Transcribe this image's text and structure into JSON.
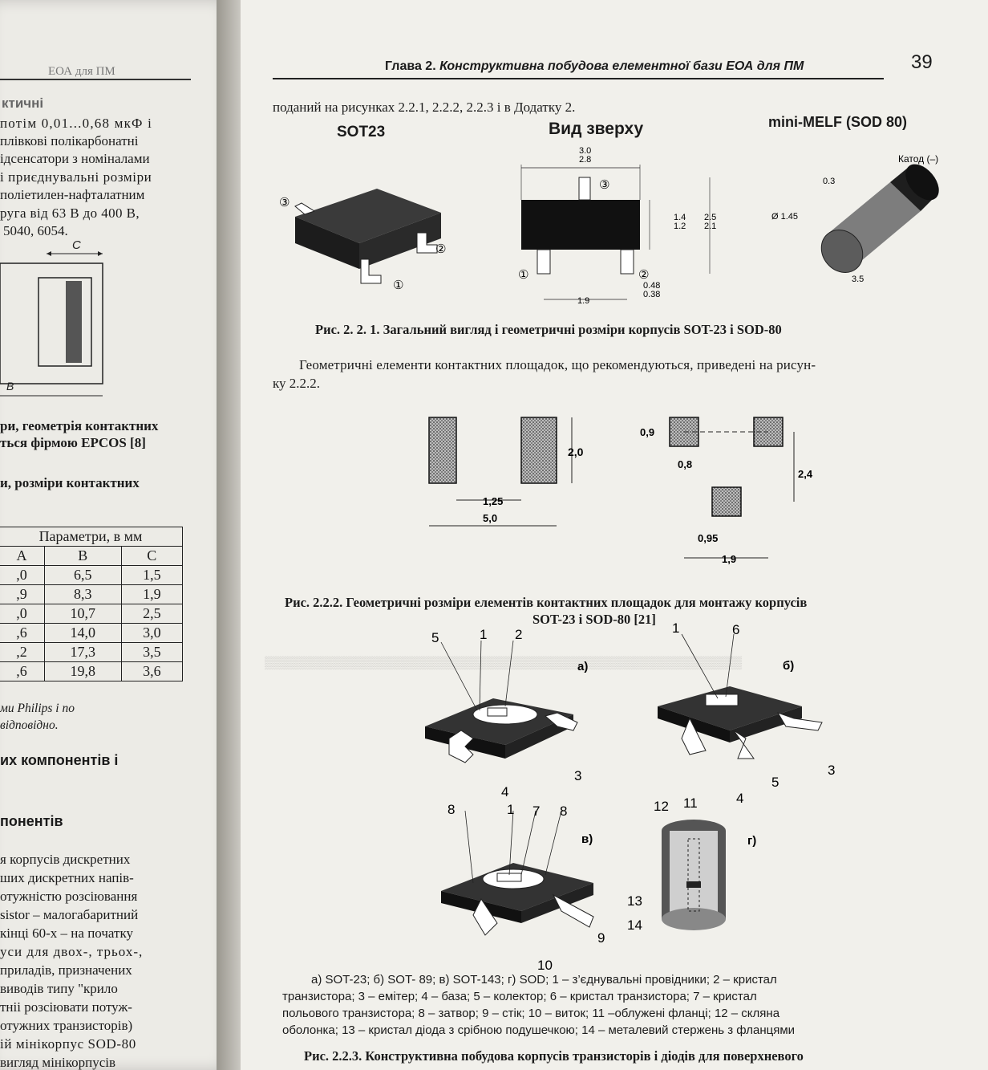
{
  "header": {
    "chapter_prefix": "Глава 2.",
    "chapter_title": "Конструктивна побудова елементної бази ЕОА для ПМ",
    "page_number": "39"
  },
  "right": {
    "intro_line": "поданий на рисунках 2.2.1, 2.2.2, 2.2.3 і в Додатку 2.",
    "fig1": {
      "label_sot23": "SOT23",
      "label_top_view": "Вид зверху",
      "label_minimelf": "mini-MELF (SOD 80)",
      "cathode": "Катод (–)",
      "dims": {
        "w_top": "3.0",
        "w_bottom": "2.8",
        "h1_top": "1.4",
        "h1_bottom": "1.2",
        "h2_top": "2.5",
        "h2_bottom": "2.1",
        "pitch": "1.9",
        "lead_top": "0.48",
        "lead_bottom": "0.38",
        "melf_cap": "0.3",
        "melf_dia": "Ø 1.45",
        "melf_len": "3.5"
      },
      "pins": [
        "①",
        "②",
        "③"
      ],
      "caption": "Рис. 2. 2. 1. Загальний вигляд і геометричні розміри корпусів SOT-23 і SOD-80"
    },
    "para2_line1": "Геометричні елементи контактних площадок, що рекомендуються, приведені на рисун-",
    "para2_line2": "ку 2.2.2.",
    "fig2": {
      "d_h": "2,0",
      "d_gap": "1,25",
      "d_total": "5,0",
      "d_pad": "0,9",
      "d_padw": "0,8",
      "d_v": "2,4",
      "d_off": "0,95",
      "d_pitch": "1,9",
      "caption_line1": "Рис. 2.2.2. Геометричні розміри елементів контактних площадок для монтажу корпусів",
      "caption_line2": "SOT-23 і SOD-80 [21]"
    },
    "fig3": {
      "label_a": "а)",
      "label_b": "б)",
      "label_v": "в)",
      "label_g": "г)",
      "nums_a": [
        "5",
        "2",
        "1",
        "4",
        "3"
      ],
      "nums_b": [
        "1",
        "6",
        "5",
        "4",
        "3"
      ],
      "nums_v": [
        "8",
        "1",
        "7",
        "8",
        "9",
        "10"
      ],
      "nums_g": [
        "12",
        "11",
        "13",
        "14"
      ],
      "legend_line1": "а) SOT-23; б) SOT- 89; в) SOT-143; г) SOD; 1 – з’єднувальні провідники; 2 – кристал",
      "legend_line2": "транзистора; 3 – емітер; 4 – база; 5 – колектор; 6 – кристал транзистора; 7 – кристал",
      "legend_line3": "польового транзистора; 8 – затвор; 9 – стік; 10 – виток; 11 –облужені фланці; 12 – скляна",
      "legend_line4": "оболонка; 13 – кристал діода з срібною подушечкою; 14 – металевий стержень з фланцями",
      "caption": "Рис. 2.2.3. Конструктивна побудова корпусів транзисторів і діодів для поверхневого"
    }
  },
  "left": {
    "top_fragment": "ЕОА для ПМ",
    "heading1": "ктичні",
    "lines1": [
      "потім 0,01...0,68 мкФ і",
      "плівкові полікарбонатні",
      "ідсенсатори з номіналами",
      "і приєднувальні розміри",
      "поліетилен-нафталатним",
      "руга від 63 В до 400 В,",
      "5040, 6054."
    ],
    "dim_c": "C",
    "dim_b": "B",
    "caption_line1": "ри, геометрія контактних",
    "caption_line2": "ться фірмою EPCOS [8]",
    "heading2": "и,  розміри  контактних",
    "table": {
      "header": "Параметри, в мм",
      "cols": [
        "A",
        "B",
        "C"
      ],
      "rows": [
        [
          ",0",
          "6,5",
          "1,5"
        ],
        [
          ",9",
          "8,3",
          "1,9"
        ],
        [
          ",0",
          "10,7",
          "2,5"
        ],
        [
          ",6",
          "14,0",
          "3,0"
        ],
        [
          ",2",
          "17,3",
          "3,5"
        ],
        [
          ",6",
          "19,8",
          "3,6"
        ]
      ]
    },
    "note1": "ми Philips і по",
    "note2": "відповідно.",
    "heading3": "их компонентів і",
    "heading4": "понентів",
    "lines2": [
      "я корпусів дискретних",
      "ших дискретних напів-",
      "отужністю розсіювання",
      "sistor – малогабаритний",
      "кінці 60-х – на початку",
      "уси для двох-, трьох-,",
      "приладів, призначених",
      "виводів типу \"крило",
      "тніі розсіювати потуж-",
      "отужних транзисторів)",
      "ій мінікорпус SOD-80",
      "вигляд мінікорпусів"
    ]
  }
}
